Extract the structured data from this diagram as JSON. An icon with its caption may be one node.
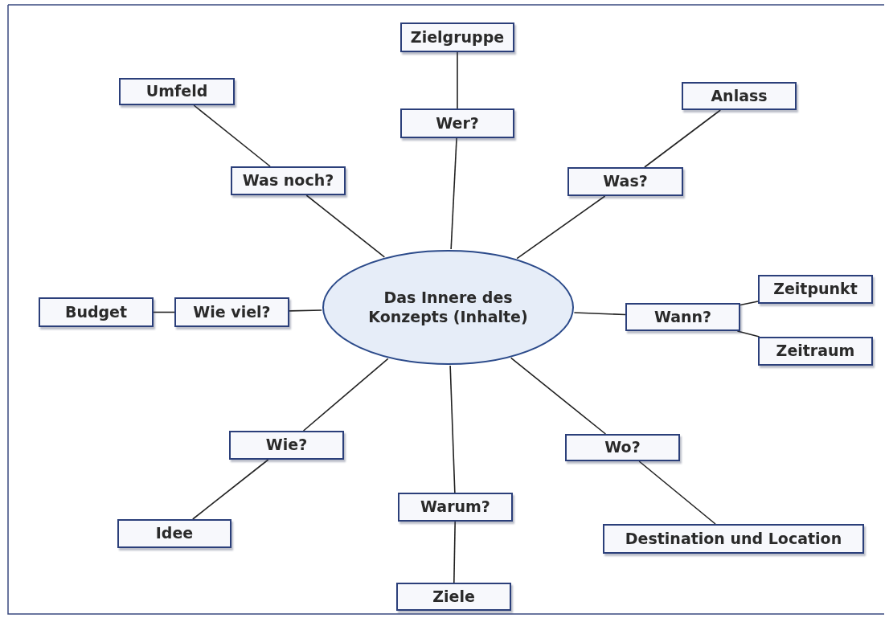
{
  "diagram": {
    "nodes": [
      {
        "text": [
          "Zielgruppe"
        ]
      },
      {
        "text": [
          "Umfeld"
        ]
      },
      {
        "text": [
          "Anlass"
        ]
      },
      {
        "text": [
          "Wer?"
        ]
      },
      {
        "text": [
          "Was noch?"
        ]
      },
      {
        "text": [
          "Was?"
        ]
      },
      {
        "text": [
          "Das Innere des Konzepts (Inhalte)"
        ]
      },
      {
        "text": [
          "Budget"
        ]
      },
      {
        "text": [
          "Wie viel?"
        ]
      },
      {
        "text": [
          "Zeitpunkt"
        ]
      },
      {
        "text": [
          "Wann?"
        ]
      },
      {
        "text": [
          "Zeitraum"
        ]
      },
      {
        "text": [
          "Wie?"
        ]
      },
      {
        "text": [
          "Wo?"
        ]
      },
      {
        "text": [
          "Warum?"
        ]
      },
      {
        "text": [
          "Idee"
        ]
      },
      {
        "text": [
          "Destination und Location"
        ]
      },
      {
        "text": [
          "Ziele"
        ]
      }
    ],
    "edges": [
      {
        "from": 6,
        "to": 3,
        "arrow": "none"
      },
      {
        "from": 3,
        "to": 0,
        "arrow": "none"
      },
      {
        "from": 6,
        "to": 4,
        "arrow": "none"
      },
      {
        "from": 4,
        "to": 1,
        "arrow": "none"
      },
      {
        "from": 6,
        "to": 5,
        "arrow": "none"
      },
      {
        "from": 5,
        "to": 2,
        "arrow": "none"
      },
      {
        "from": 6,
        "to": 8,
        "arrow": "none"
      },
      {
        "from": 8,
        "to": 7,
        "arrow": "none"
      },
      {
        "from": 6,
        "to": 10,
        "arrow": "none"
      },
      {
        "from": 10,
        "to": 9,
        "arrow": "none"
      },
      {
        "from": 10,
        "to": 11,
        "arrow": "none"
      },
      {
        "from": 6,
        "to": 12,
        "arrow": "none"
      },
      {
        "from": 12,
        "to": 15,
        "arrow": "none"
      },
      {
        "from": 6,
        "to": 13,
        "arrow": "none"
      },
      {
        "from": 13,
        "to": 16,
        "arrow": "none"
      },
      {
        "from": 6,
        "to": 14,
        "arrow": "none"
      },
      {
        "from": 14,
        "to": 17,
        "arrow": "none"
      }
    ]
  }
}
